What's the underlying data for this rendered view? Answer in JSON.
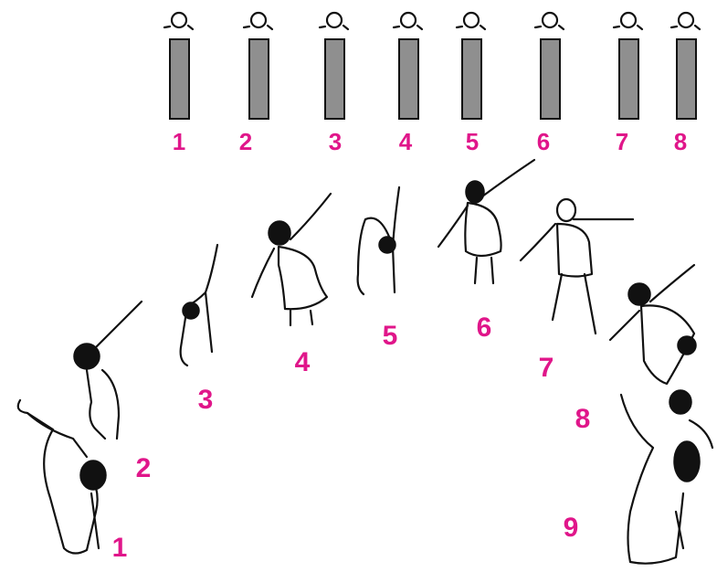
{
  "colors": {
    "label": "#e0168a",
    "bar_fill": "#8f8f8f",
    "ink": "#111111"
  },
  "top_row": {
    "labels": [
      "1",
      "2",
      "3",
      "4",
      "5",
      "6",
      "7",
      "8"
    ],
    "icon": "performer-marker-icon"
  },
  "figures": {
    "labels": [
      "1",
      "2",
      "3",
      "4",
      "5",
      "6",
      "7",
      "8",
      "9"
    ],
    "icon": "dancing-person-icon"
  }
}
